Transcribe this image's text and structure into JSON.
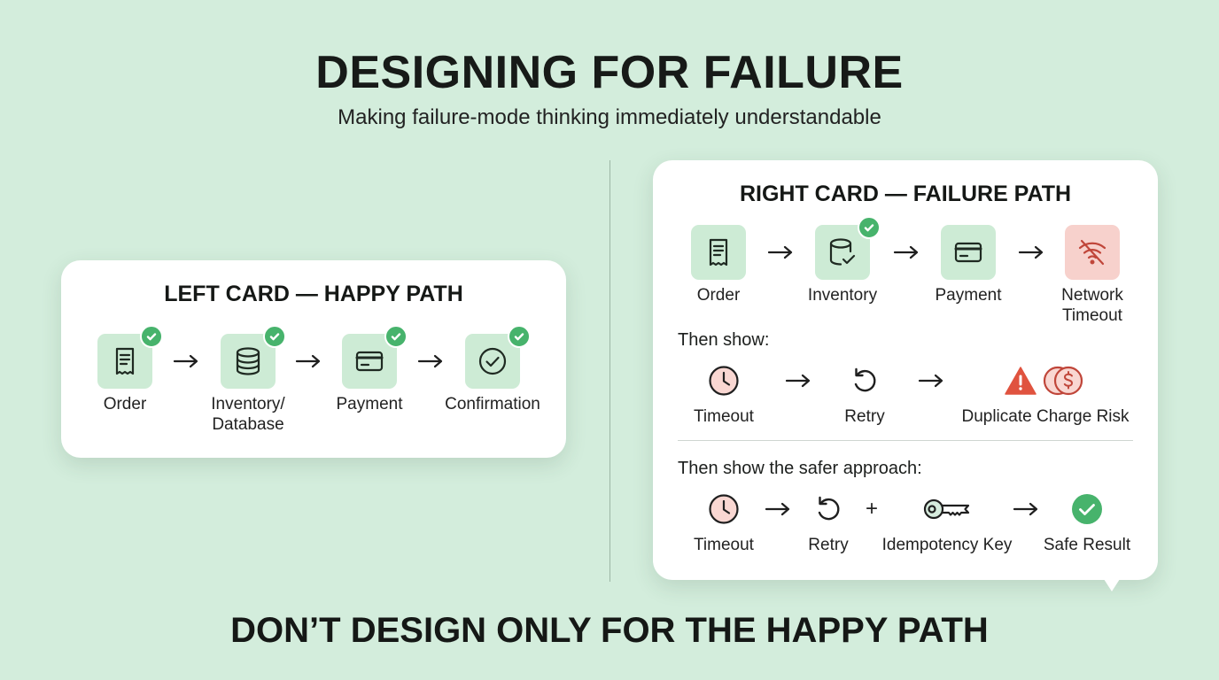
{
  "header": {
    "title": "DESIGNING FOR FAILURE",
    "subtitle": "Making failure-mode thinking immediately understandable"
  },
  "left_card": {
    "title": "LEFT CARD — HAPPY PATH",
    "nodes": [
      {
        "label": "Order",
        "icon": "receipt-icon",
        "status": "check"
      },
      {
        "label": "Inventory/\nDatabase",
        "icon": "database-icon",
        "status": "check"
      },
      {
        "label": "Payment",
        "icon": "credit-card-icon",
        "status": "check"
      },
      {
        "label": "Confirmation",
        "icon": "check-circle-icon",
        "status": "check"
      }
    ]
  },
  "right_card": {
    "title": "RIGHT CARD — FAILURE PATH",
    "nodes": [
      {
        "label": "Order",
        "icon": "receipt-icon"
      },
      {
        "label": "Inventory",
        "icon": "database-check-icon",
        "status": "check"
      },
      {
        "label": "Payment",
        "icon": "credit-card-icon"
      },
      {
        "label": "Network\nTimeout",
        "icon": "wifi-off-icon",
        "status": "error"
      }
    ],
    "then_show_label": "Then show:",
    "then_show_steps": [
      {
        "label": "Timeout",
        "icon": "clock-icon"
      },
      {
        "label": "Retry",
        "icon": "retry-icon"
      },
      {
        "label": "Duplicate Charge Risk",
        "icon": "warning-coins-icon"
      }
    ],
    "safer_label": "Then show the safer approach:",
    "safer_steps": [
      {
        "label": "Timeout",
        "icon": "clock-icon"
      },
      {
        "label": "Retry",
        "icon": "retry-icon"
      },
      {
        "label": "Idempotency Key",
        "icon": "key-icon"
      },
      {
        "label": "Safe Result",
        "icon": "check-circle-filled-icon"
      }
    ],
    "plus_symbol": "+"
  },
  "footer": {
    "tagline": "DON’T DESIGN ONLY FOR THE HAPPY PATH"
  },
  "colors": {
    "background": "#d3eddc",
    "tile_green": "#cdebd5",
    "tile_red": "#f7d1cc",
    "check_green": "#47b36c",
    "warning_red": "#e0533f",
    "clock_fill": "#f9d7d2"
  }
}
